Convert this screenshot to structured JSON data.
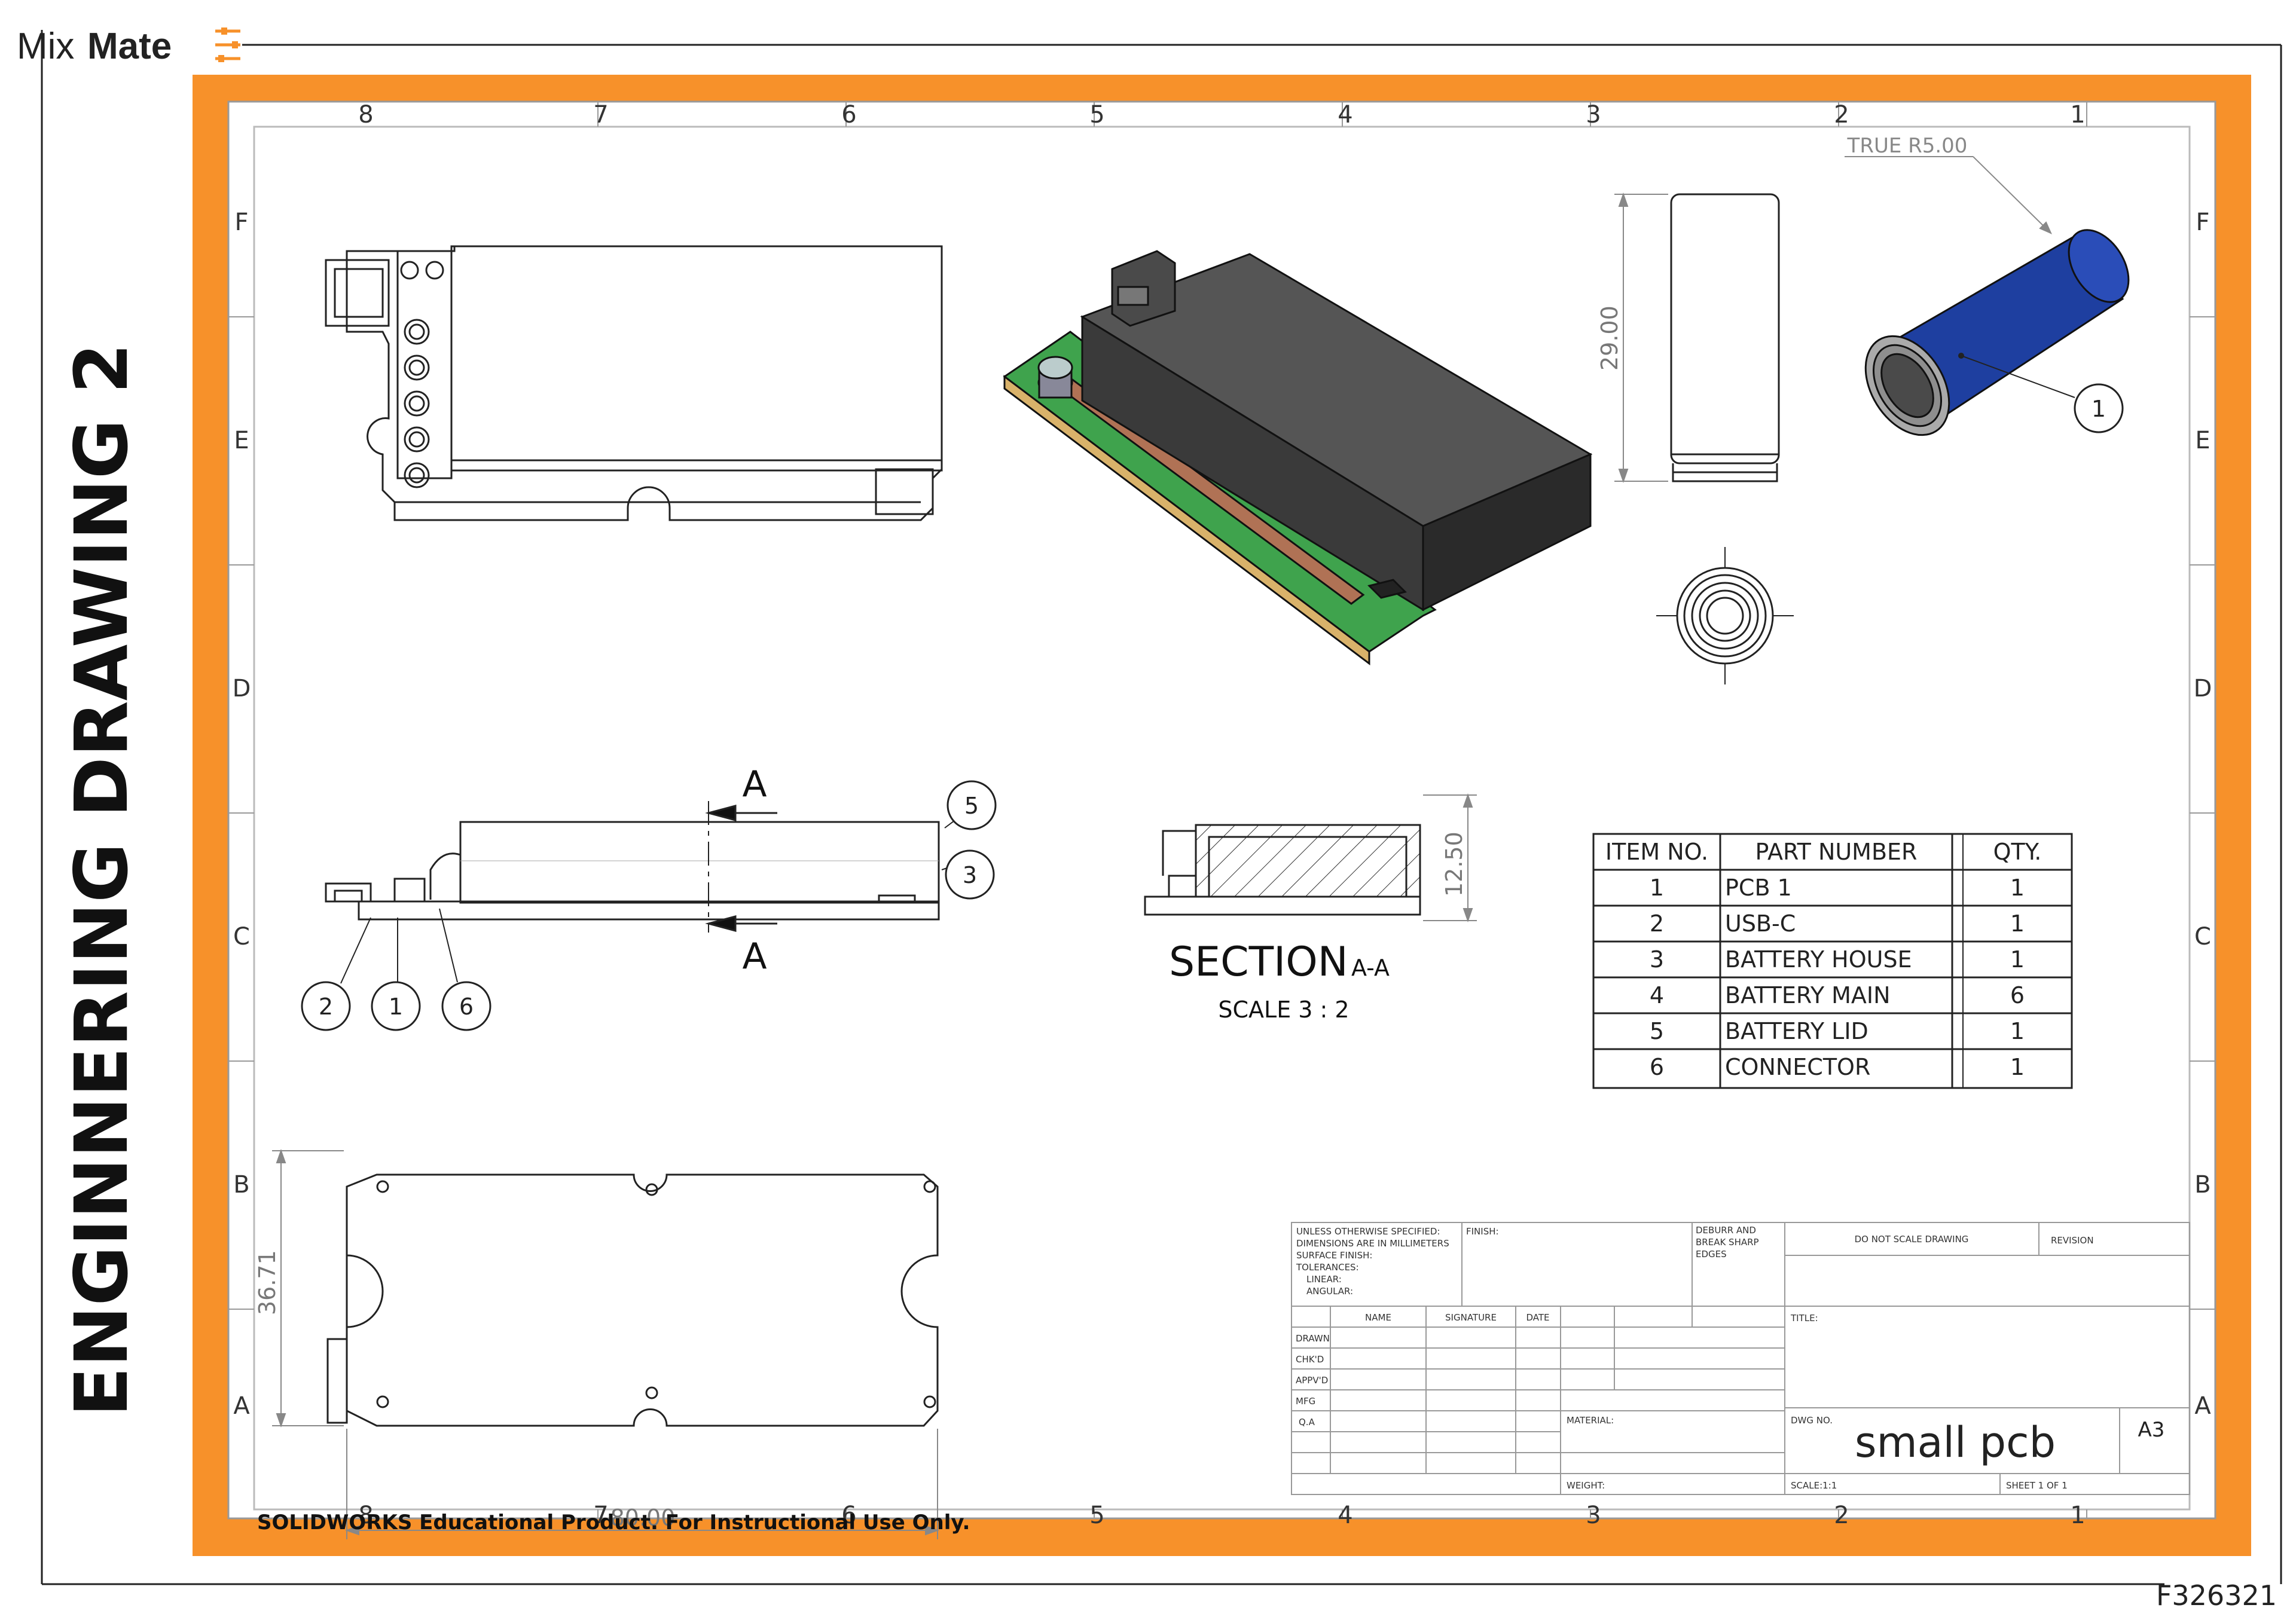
{
  "logo": {
    "light": "Mix",
    "bold": "Mate"
  },
  "side_title": "ENGINNERING DRAWING 2",
  "frame_code": "F326321",
  "zones": {
    "columns": [
      "8",
      "7",
      "6",
      "5",
      "4",
      "3",
      "2",
      "1"
    ],
    "rows": [
      "F",
      "E",
      "D",
      "C",
      "B",
      "A"
    ]
  },
  "colors": {
    "border_orange": "#F7912A",
    "battery_blue": "#1E3FA0",
    "pcb_green": "#3FA34D",
    "box_dark": "#3A3A3A"
  },
  "annotations": {
    "true_radius": "TRUE R5.00",
    "dim_29": "29.00",
    "dim_1250": "12.50",
    "dim_3671": "36.71",
    "dim_8000": "80.00",
    "section_letter": "A",
    "section_title": "SECTION",
    "section_suffix": "A-A",
    "section_scale": "SCALE 3 : 2"
  },
  "balloons": {
    "b5": "5",
    "b3": "3",
    "b2": "2",
    "b1": "1",
    "b6": "6",
    "bat1": "1"
  },
  "bom": {
    "headers": [
      "ITEM NO.",
      "PART NUMBER",
      "QTY."
    ],
    "rows": [
      [
        "1",
        "PCB 1",
        "1"
      ],
      [
        "2",
        "USB-C",
        "1"
      ],
      [
        "3",
        "BATTERY HOUSE",
        "1"
      ],
      [
        "4",
        "BATTERY MAIN",
        "6"
      ],
      [
        "5",
        "BATTERY LID",
        "1"
      ],
      [
        "6",
        "CONNECTOR",
        "1"
      ]
    ]
  },
  "title_block": {
    "unless": [
      "UNLESS OTHERWISE SPECIFIED:",
      "DIMENSIONS ARE IN MILLIMETERS",
      "SURFACE FINISH:",
      "TOLERANCES:",
      "LINEAR:",
      "ANGULAR:"
    ],
    "finish": "FINISH:",
    "deburr": [
      "DEBURR AND",
      "BREAK SHARP",
      "EDGES"
    ],
    "do_not_scale": "DO NOT SCALE DRAWING",
    "revision": "REVISION",
    "col_name": "NAME",
    "col_signature": "SIGNATURE",
    "col_date": "DATE",
    "title_label": "TITLE:",
    "rows": [
      "DRAWN",
      "CHK'D",
      "APPV'D",
      "MFG",
      "Q.A"
    ],
    "material": "MATERIAL:",
    "dwg_no": "DWG NO.",
    "drawing_name": "small pcb",
    "sheet_size": "A3",
    "weight": "WEIGHT:",
    "scale": "SCALE:1:1",
    "sheet": "SHEET 1 OF 1"
  },
  "watermark": "SOLIDWORKS Educational Product. For Instructional Use Only."
}
